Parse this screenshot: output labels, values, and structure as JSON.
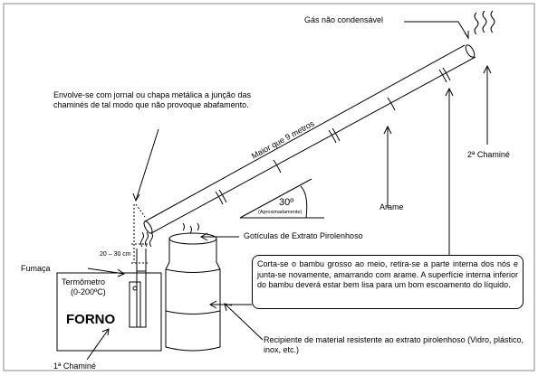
{
  "labels": {
    "gas": "Gás não condensável",
    "envolve": "Envolve-se com jornal ou chapa metálica a junção das chaminés de tal modo que não provoque abafamento.",
    "maior": "Maior que 9 metros",
    "chamine2": "2ª Chaminé",
    "angulo": "30º",
    "aproximadamente": "(Aproximadamente)",
    "arame": "Arame",
    "goticulas": "Gotículas de Extrato Pirolenhoso",
    "distancia": "20 – 30 cm",
    "fumaca": "Fumaça",
    "termometro": "Termômetro",
    "faixa": "(0-200ºC)",
    "forno": "FORNO",
    "chamine1": "1ª Chaminé",
    "nota": "Corta-se o bambu grosso ao meio, retira-se a parte interna dos nós e junta-se novamente, amarrando com arame. A superfície interna inferior do bambu deverá estar bem lisa para um bom escoamento do líquido.",
    "recipiente": "Recipiente de material resistente ao extrato pirolenhoso (Vidro, plástico, inox, etc.)"
  },
  "colors": {
    "line": "#000000",
    "border": "#888888",
    "background": "#ffffff"
  }
}
